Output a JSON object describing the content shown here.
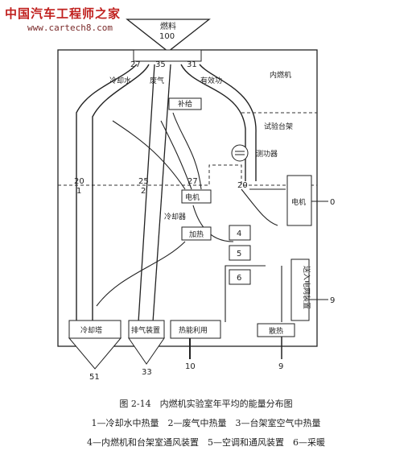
{
  "watermark": {
    "title": "中国汽车工程师之家",
    "url": "www.cartech8.com"
  },
  "fuel": {
    "label": "燃料",
    "value": "100"
  },
  "top_values": {
    "coolant": "27",
    "exhaust": "35",
    "effective_work": "31"
  },
  "region_labels": {
    "engine": "内燃机",
    "test_bench": "试验台架"
  },
  "branch_labels": {
    "coolant": "冷却水",
    "exhaust": "废气",
    "effective_work": "有效功",
    "supplement": "补给",
    "power_absorber": "测功器",
    "cooler": "冷却器"
  },
  "mid_values": {
    "left": "20",
    "mid": "25",
    "coolant_in": "27",
    "power": "20"
  },
  "mid_marks": {
    "left": "1",
    "mid": "2"
  },
  "boxes": {
    "cooling_tower": "冷却塔",
    "exhaust_device": "排气装置",
    "heat_recovery": "热能利用",
    "heating": "加热",
    "dissipation": "散热",
    "electric_grid": "送入电网装置",
    "motor": "电机"
  },
  "small_boxes": [
    "4",
    "5",
    "6"
  ],
  "outputs": {
    "cooling_tower": "51",
    "exhaust_device": "33",
    "heat_recovery": "10",
    "dissipation": "9",
    "motor_right_top": "0",
    "motor_right_bottom": "9"
  },
  "caption": {
    "title": "图 2-14　内燃机实验室年平均的能量分布图",
    "line1": "1—冷却水中热量　2—废气中热量　3—台架室空气中热量",
    "line2": "4—内燃机和台架室通风装置　5—空调和通风装置　6—采暖"
  }
}
